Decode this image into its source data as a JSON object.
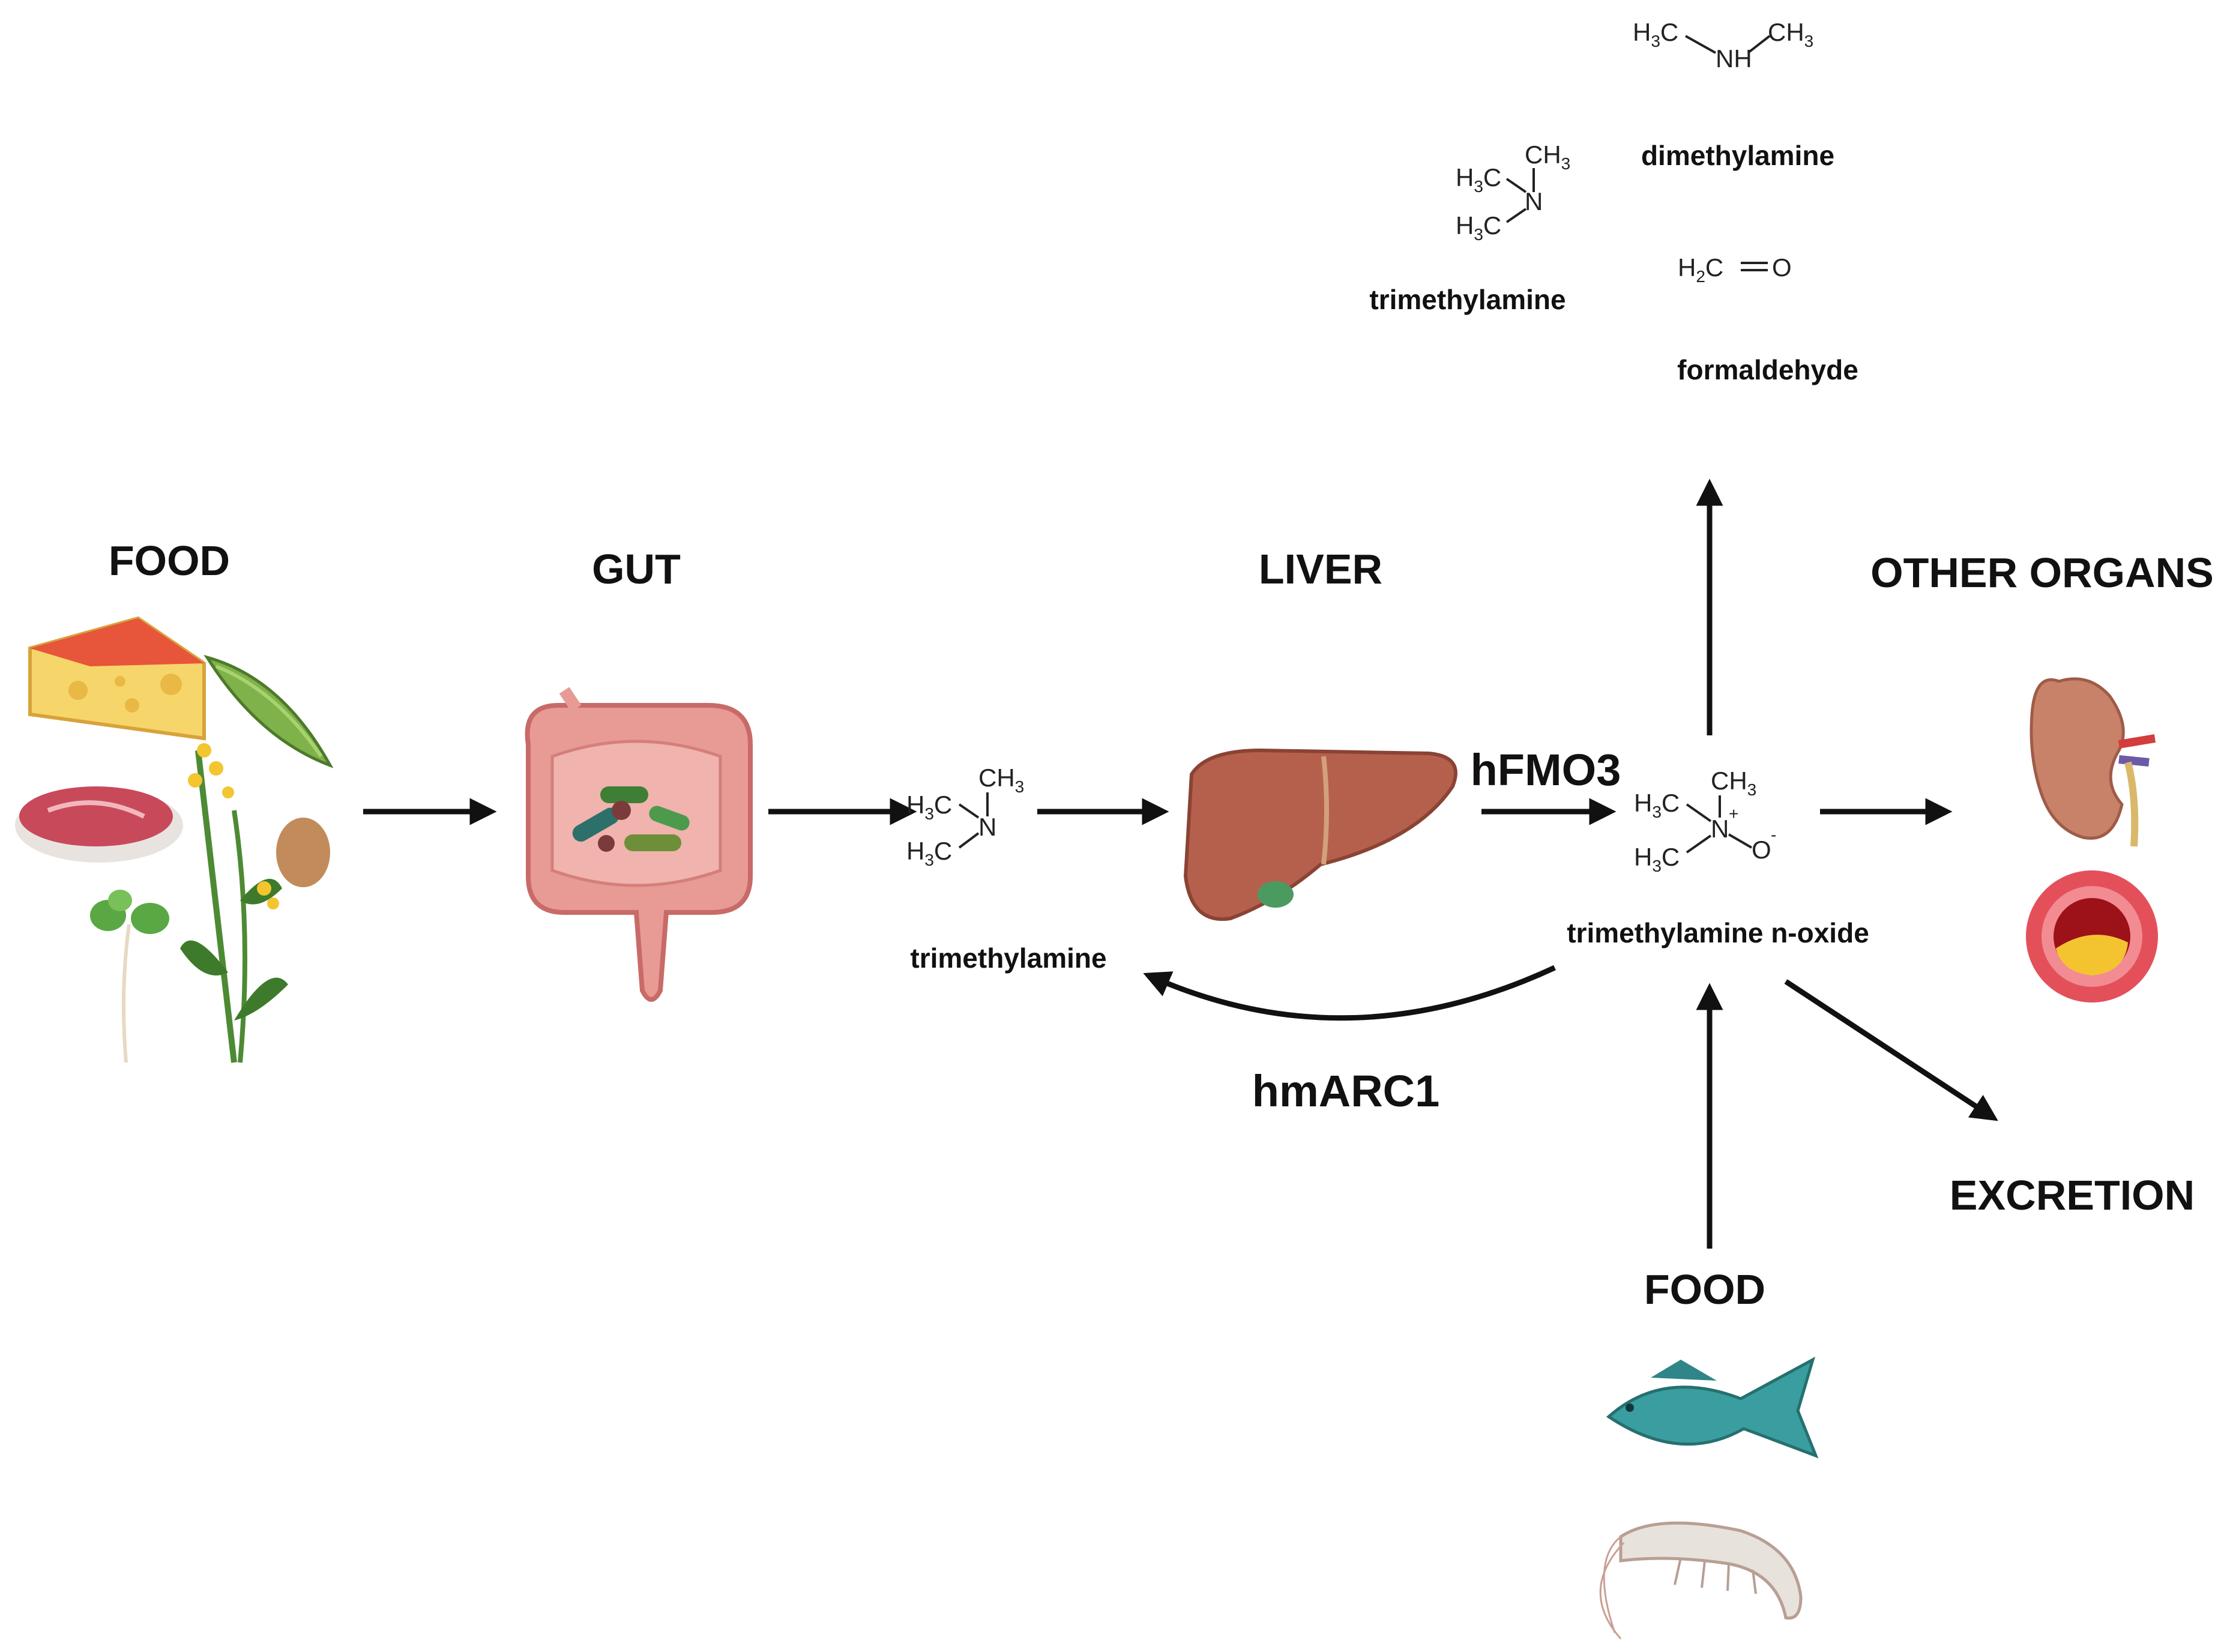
{
  "stages": {
    "food_left": "FOOD",
    "gut": "GUT",
    "liver": "LIVER",
    "other_organs": "OTHER ORGANS",
    "excretion": "EXCRETION",
    "food_bottom": "FOOD"
  },
  "enzymes": {
    "forward": "hFMO3",
    "reverse": "hmARC1"
  },
  "compounds": {
    "tma_main": "trimethylamine",
    "tmao": "trimethylamine n-oxide",
    "tma_top": "trimethylamine",
    "dma": "dimethylamine",
    "formaldehyde": "formaldehyde"
  },
  "formula_text": {
    "h3c": "H",
    "ch3": "CH",
    "n": "N",
    "nh": "NH",
    "o_minus": "O",
    "h2c": "H",
    "o": "O",
    "c": "C",
    "three": "3",
    "two": "2",
    "plus": "+",
    "minus": "-"
  },
  "icons": [
    "cheese-icon",
    "pea-pod-icon",
    "steak-icon",
    "egg-icon",
    "rapeseed-plant-icon",
    "sprout-icon",
    "intestine-with-bacteria-icon",
    "liver-icon",
    "kidney-icon",
    "artery-plaque-icon",
    "fish-icon",
    "shrimp-icon"
  ],
  "colors": {
    "intestine": "#e89a95",
    "liver": "#b5604d",
    "kidney": "#c9826a",
    "fish": "#3a9da0",
    "arrow": "#111111"
  }
}
